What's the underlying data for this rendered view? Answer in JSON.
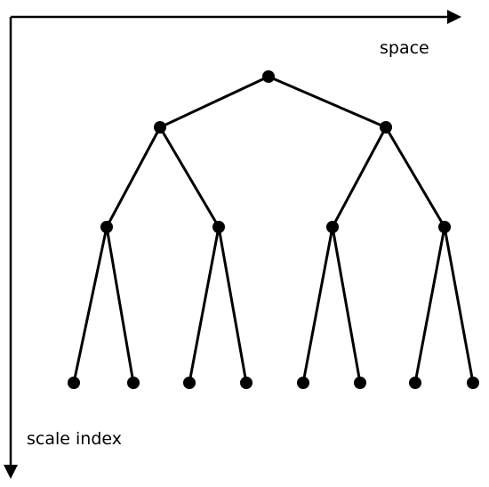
{
  "axes": {
    "horizontal_label": "space",
    "vertical_label": "scale index"
  },
  "tree": {
    "levels": 4,
    "branching": 2
  },
  "colors": {
    "ink": "#000000",
    "background": "#ffffff"
  }
}
